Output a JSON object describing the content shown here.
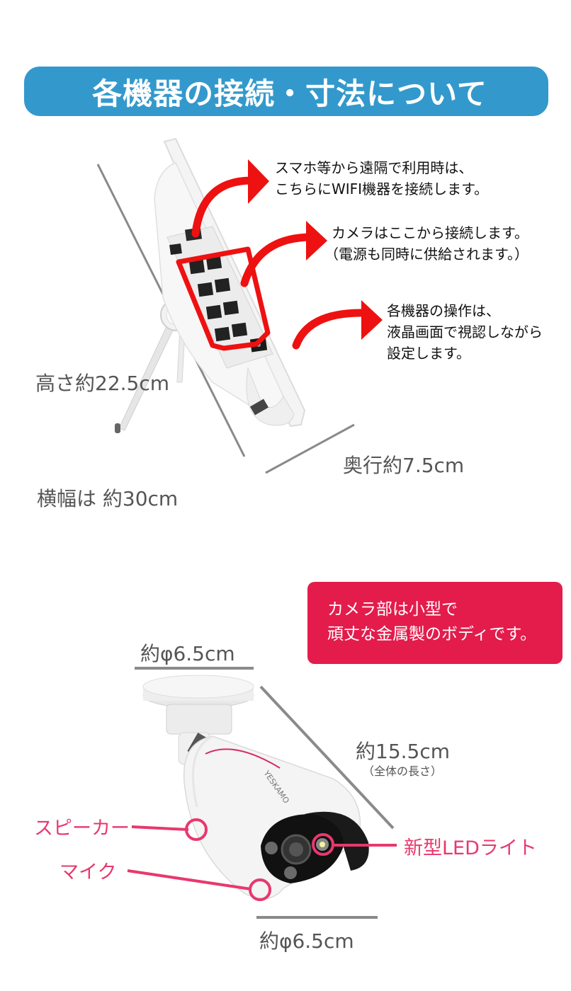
{
  "header": {
    "title": "各機器の接続・寸法について",
    "color": "#3399cc"
  },
  "nvr_section": {
    "callouts": [
      {
        "line1": "スマホ等から遠隔で利用時は、",
        "line2": "こちらにWIFI機器を接続します。"
      },
      {
        "line1": "カメラはここから接続します。",
        "line2": "（電源も同時に供給されます。）"
      },
      {
        "line1": "各機器の操作は、",
        "line2": "液晶画面で視認しながら",
        "line3": "設定します。"
      }
    ],
    "dimensions": {
      "height": "高さ約22.5cm",
      "depth": "奥行約7.5cm",
      "width": "横幅は 約30cm"
    },
    "arrow_color": "#ee1111"
  },
  "camera_section": {
    "feature_box": {
      "line1": "カメラ部は小型で",
      "line2": "頑丈な金属製のボディです。",
      "color": "#e31c4c"
    },
    "dimensions": {
      "top_diameter": "約φ6.5cm",
      "length": "約15.5cm",
      "length_note": "（全体の長さ）",
      "bottom_diameter": "約φ6.5cm"
    },
    "parts": {
      "speaker": "スピーカー",
      "mic": "マイク",
      "led": "新型LEDライト",
      "color": "#e8386e"
    },
    "brand": "YESKAMO"
  }
}
